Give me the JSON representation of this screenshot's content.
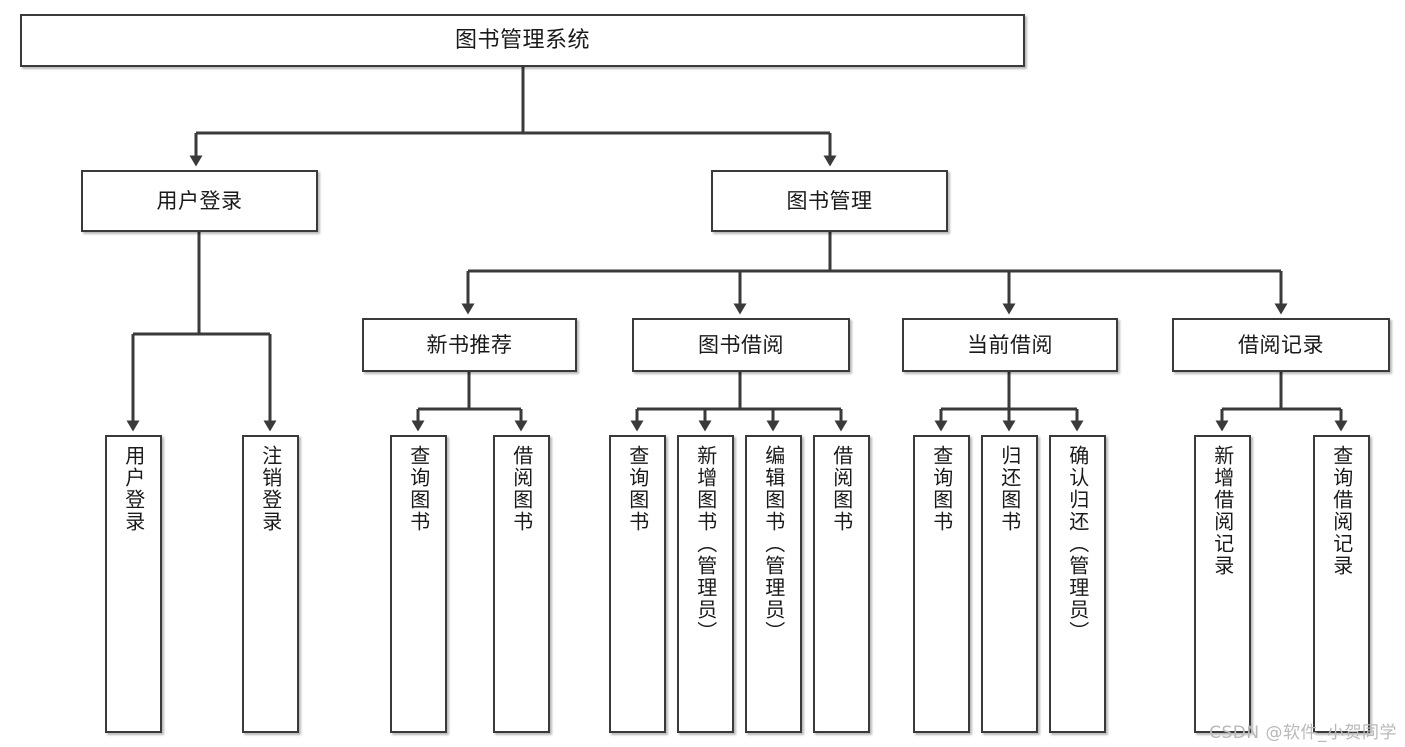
{
  "diagram": {
    "type": "tree",
    "title": "图书管理系统",
    "orientation": "top-down",
    "background_color": "#ffffff",
    "border_color": "#3a3a3a",
    "text_color": "#1a1a1a",
    "nodes": {
      "root": {
        "label": "图书管理系统"
      },
      "level2": [
        {
          "label": "用户登录"
        },
        {
          "label": "图书管理"
        }
      ],
      "level3": [
        {
          "label": "新书推荐"
        },
        {
          "label": "图书借阅"
        },
        {
          "label": "当前借阅"
        },
        {
          "label": "借阅记录"
        }
      ],
      "leaves": [
        {
          "label": "用户登录"
        },
        {
          "label": "注销登录"
        },
        {
          "label": "查询图书"
        },
        {
          "label": "借阅图书"
        },
        {
          "label": "查询图书"
        },
        {
          "label": "新增图书（管理员）"
        },
        {
          "label": "编辑图书（管理员）"
        },
        {
          "label": "借阅图书"
        },
        {
          "label": "查询图书"
        },
        {
          "label": "归还图书"
        },
        {
          "label": "确认归还（管理员）"
        },
        {
          "label": "新增借阅记录"
        },
        {
          "label": "查询借阅记录"
        }
      ]
    }
  },
  "watermark": {
    "text": "CSDN @软件_小贺同学",
    "color": "#b9b9b9"
  }
}
